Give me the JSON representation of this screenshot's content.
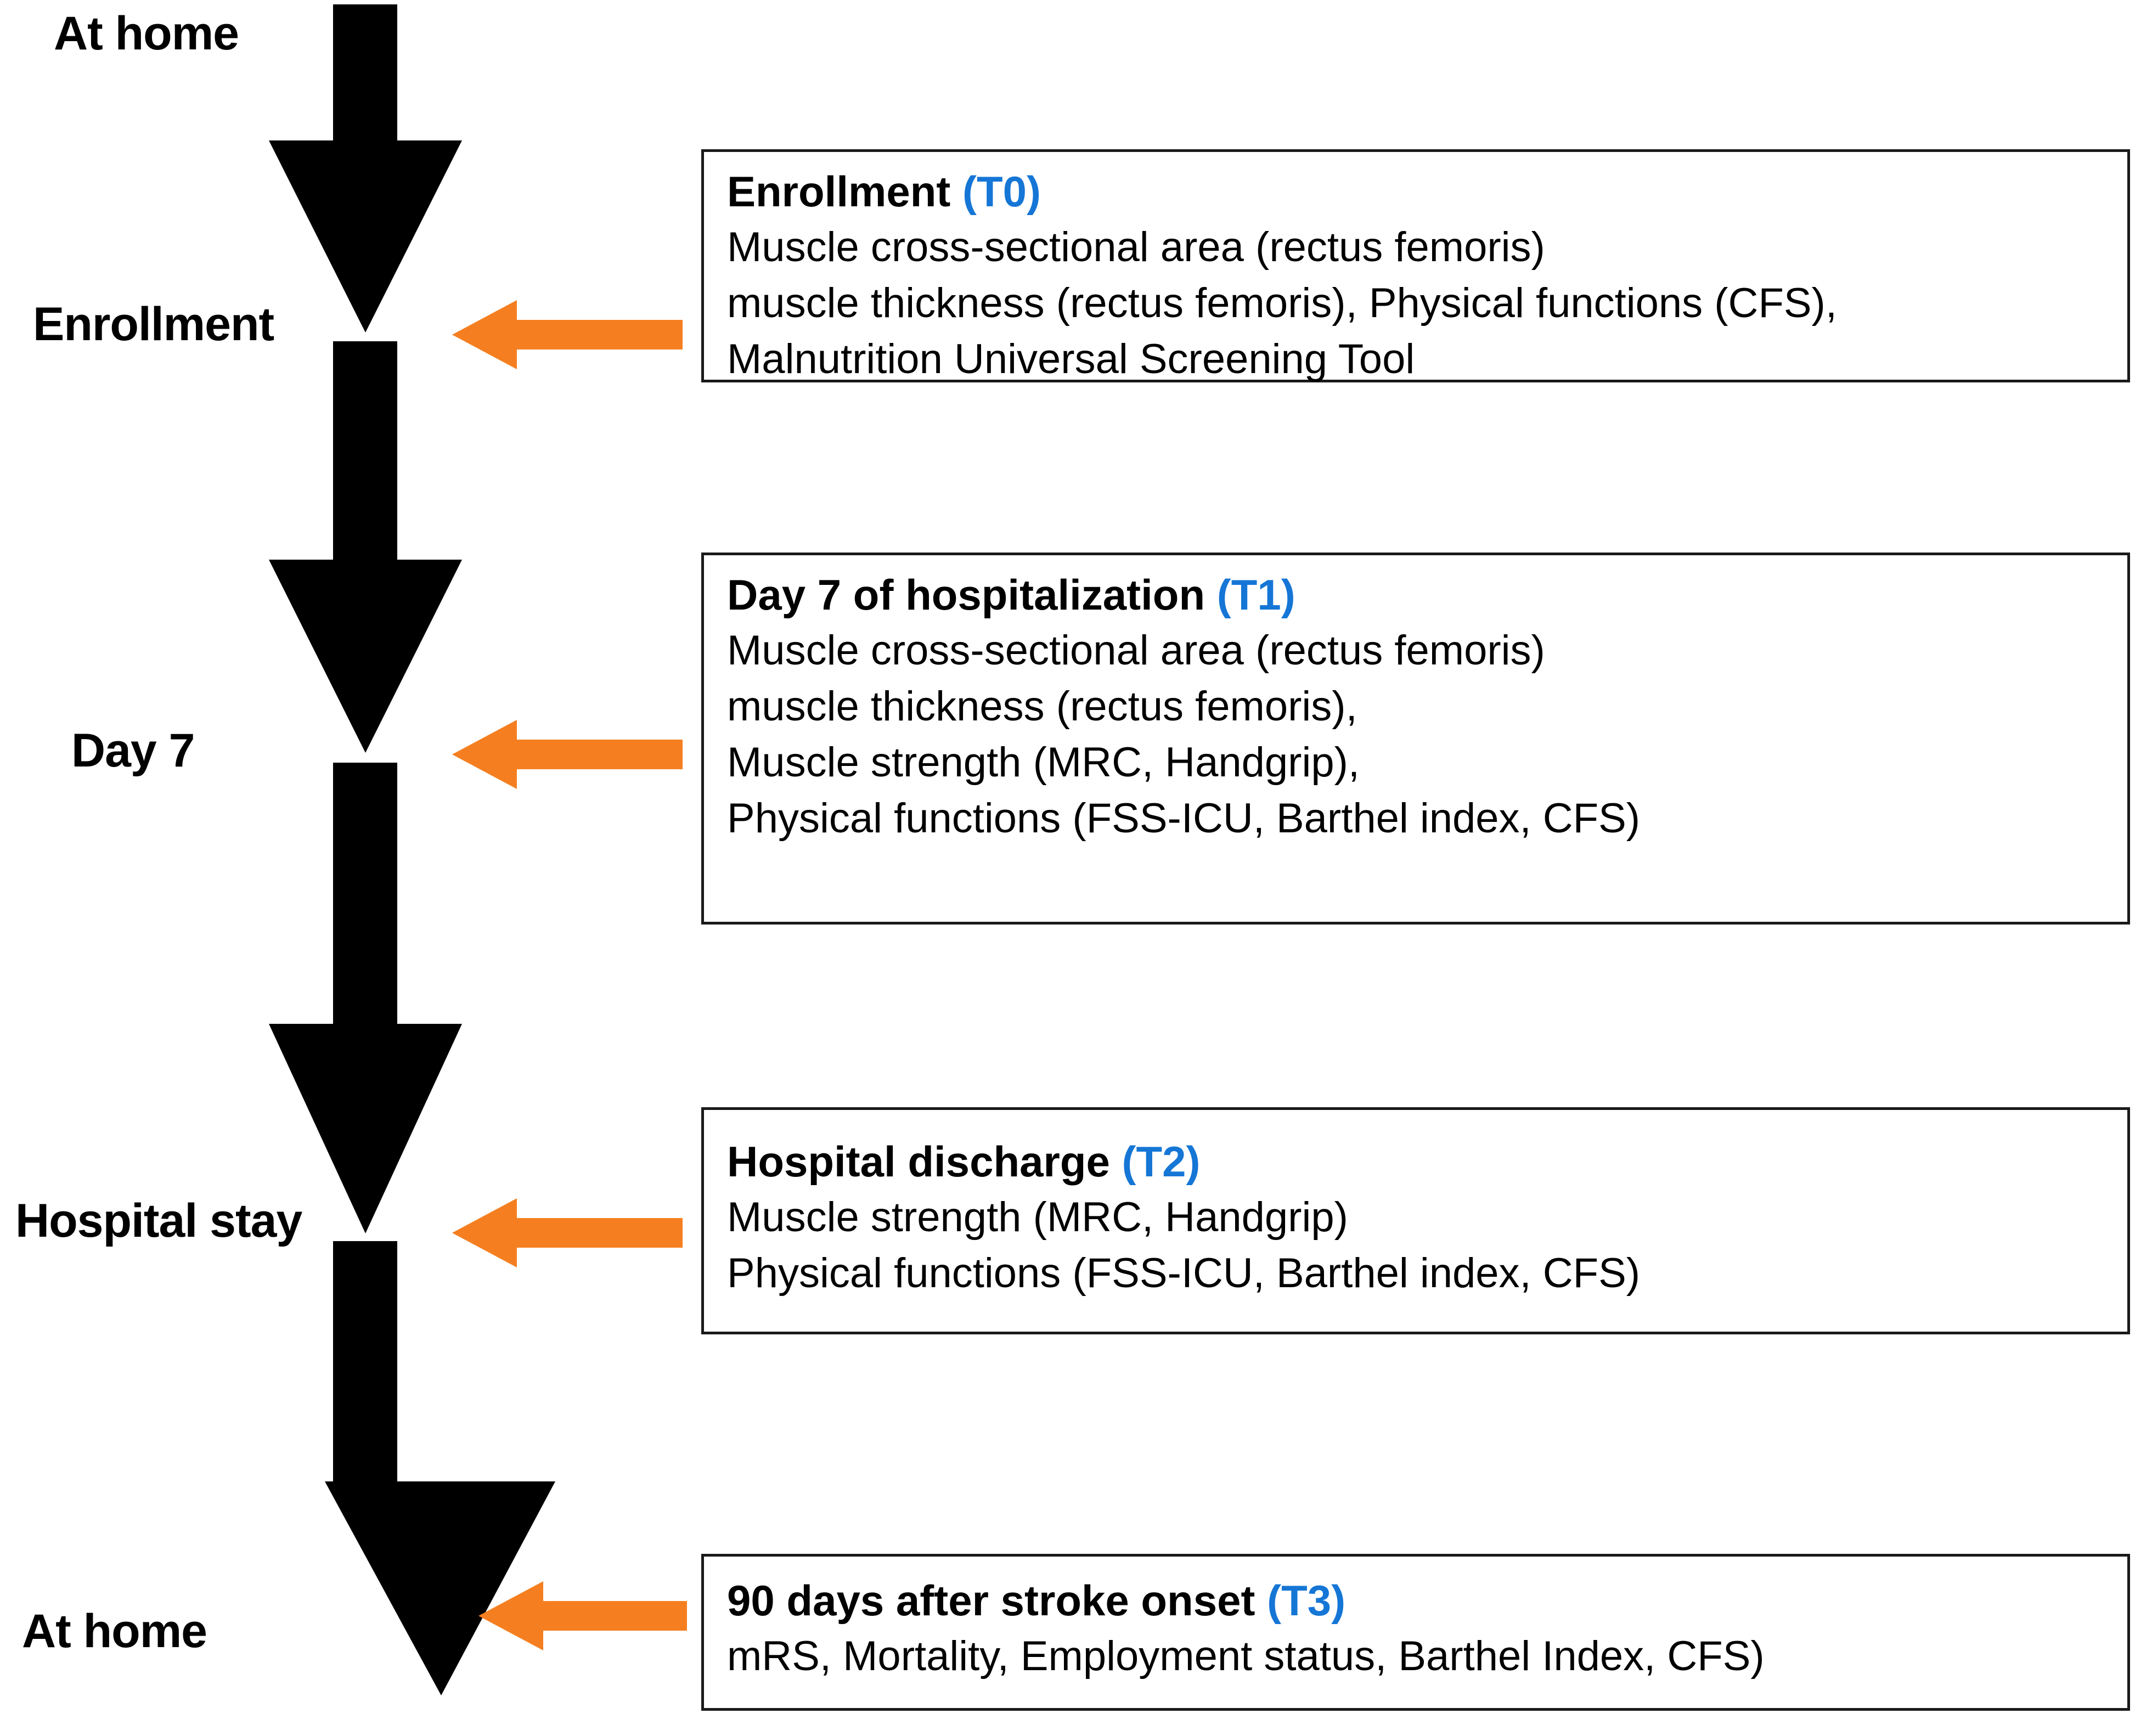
{
  "diagram": {
    "title": "Study timeline and assessment schedule",
    "colors": {
      "arrow_black": "#000000",
      "arrow_orange": "#F57F20",
      "timepoint_blue": "#1576D6",
      "box_border": "#1A1A1A",
      "background": "#FFFFFF"
    },
    "stage_labels": [
      {
        "id": "at-home-top",
        "text": "At home"
      },
      {
        "id": "enrollment",
        "text": "Enrollment"
      },
      {
        "id": "day-7",
        "text": "Day 7"
      },
      {
        "id": "hospital-stay",
        "text": "Hospital stay"
      },
      {
        "id": "at-home-bottom",
        "text": "At home"
      }
    ],
    "boxes": [
      {
        "id": "t0",
        "title": "Enrollment",
        "timepoint": "(T0)",
        "lines": [
          "Muscle cross-sectional area (rectus femoris)",
          "muscle thickness (rectus femoris), Physical functions (CFS),",
          "Malnutrition Universal Screening Tool"
        ]
      },
      {
        "id": "t1",
        "title": "Day 7 of hospitalization",
        "timepoint": "(T1)",
        "lines": [
          "Muscle cross-sectional area (rectus femoris)",
          "muscle thickness (rectus femoris),",
          "Muscle strength (MRC, Handgrip),",
          "Physical functions (FSS-ICU, Barthel index, CFS)"
        ]
      },
      {
        "id": "t2",
        "title": "Hospital discharge",
        "timepoint": "(T2)",
        "lines": [
          "Muscle strength (MRC, Handgrip)",
          "Physical functions (FSS-ICU, Barthel index, CFS)"
        ]
      },
      {
        "id": "t3",
        "title": "90 days after stroke onset",
        "timepoint": "(T3)",
        "lines": [
          "mRS, Mortality, Employment status, Barthel Index, CFS)"
        ]
      }
    ]
  }
}
